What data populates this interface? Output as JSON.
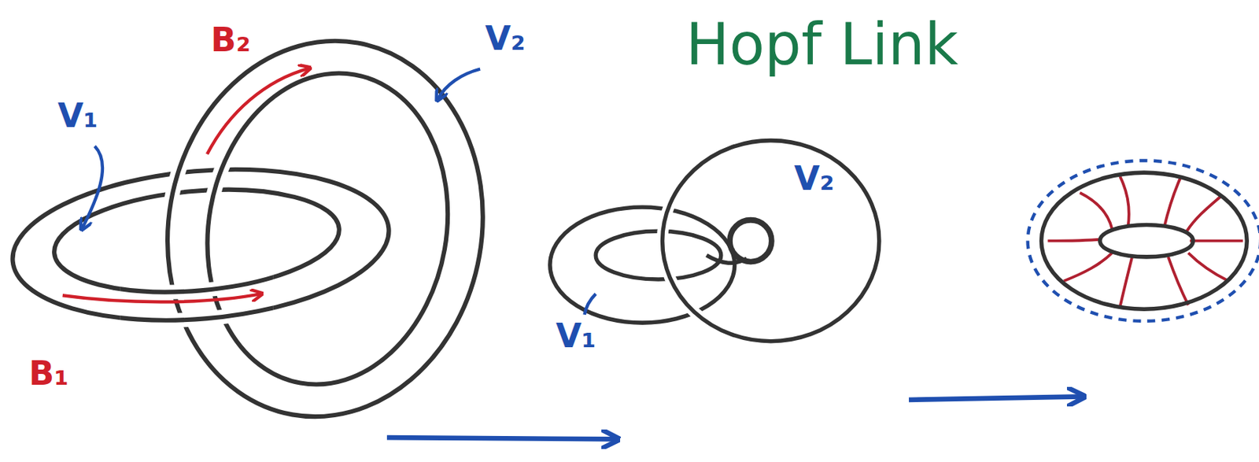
{
  "diagram": {
    "title": "Hopf Link",
    "labels": [
      "B₂",
      "V₂",
      "V₁",
      "B₁",
      "V₂",
      "V₁"
    ]
  }
}
